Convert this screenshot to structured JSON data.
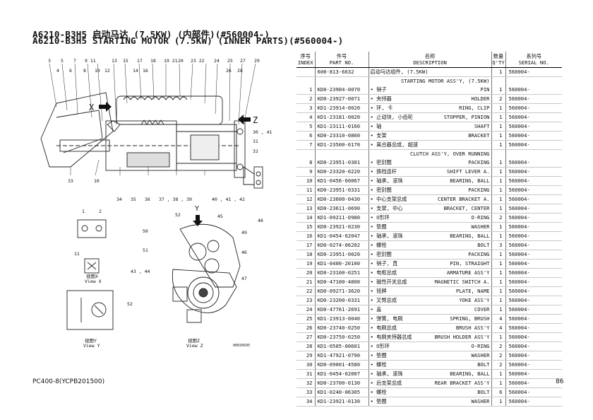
{
  "header": {
    "title_cn": "A6210-B3H5 启动马达 (7.5KW) (内部件)(#560004-)",
    "title_en": "A6210-B3H5 STARTING MOTOR (7.5KW) (INNER PARTS)(#560004-)"
  },
  "diagram": {
    "callouts_top": [
      "3",
      "5",
      "7",
      "9",
      "11",
      "13",
      "15",
      "17",
      "18",
      "19",
      "21",
      "20",
      "23",
      "22",
      "24",
      "25",
      "27",
      "29"
    ],
    "callouts_second": [
      "4",
      "6",
      "8",
      "10",
      "12",
      "14",
      "16",
      "26",
      "28"
    ],
    "callouts_bottom": [
      "33",
      "10",
      "34",
      "35",
      "36",
      "37",
      "38",
      "39",
      "40",
      "41",
      "42"
    ],
    "callouts_right": [
      "30 , 41",
      "31",
      "32"
    ],
    "view_x_letter": "X",
    "view_z_letter": "Z",
    "view_y_letter": "Y",
    "small_callouts": [
      "1",
      "2",
      "11",
      "52",
      "45",
      "50",
      "49",
      "51",
      "46",
      "43 , 44",
      "47",
      "48",
      "52"
    ],
    "view_x_label": "视图X",
    "view_x_label_en": "View X",
    "view_y_label": "视图Y",
    "view_y_label_en": "View Y",
    "view_z_label": "视图Z",
    "view_z_label_en": "View Z",
    "drawing_code": "00034595"
  },
  "table": {
    "headers": {
      "index_cn": "序号",
      "index_en": "INDEX",
      "part_cn": "件号",
      "part_en": "PART NO.",
      "desc_cn": "名称",
      "desc_en": "DESCRIPTION",
      "qty_cn": "数量",
      "qty_en": "Q'TY",
      "serial_cn": "系列号",
      "serial_en": "SERIAL NO."
    },
    "rows": [
      {
        "idx": "",
        "pn": "600-813-6632",
        "cn": "启动马达组件, (7.5KW)",
        "en": "",
        "qty": "1",
        "ser": "560004-"
      },
      {
        "idx": "",
        "pn": "",
        "cn": "",
        "en": "STARTING MOTOR ASS'Y, (7.5KW)",
        "qty": "",
        "ser": "",
        "cont": true
      },
      {
        "idx": "1",
        "pn": "KD0-23904-0070",
        "cn": "• 销子",
        "en": "PIN",
        "qty": "1",
        "ser": "560004-"
      },
      {
        "idx": "2",
        "pn": "KD0-23927-0071",
        "cn": "• 夹持器",
        "en": "HOLDER",
        "qty": "2",
        "ser": "560004-"
      },
      {
        "idx": "3",
        "pn": "KD1-23914-0020",
        "cn": "• 环, 卡",
        "en": "RING, CLIP",
        "qty": "1",
        "ser": "560004-"
      },
      {
        "idx": "4",
        "pn": "KD1-23181-0020",
        "cn": "• 止动块, 小齿轮",
        "en": "STOPPER, PINION",
        "qty": "1",
        "ser": "560004-"
      },
      {
        "idx": "5",
        "pn": "KD1-23111-0160",
        "cn": "• 轴",
        "en": "SHAFT",
        "qty": "1",
        "ser": "560004-"
      },
      {
        "idx": "6",
        "pn": "KD0-23310-0860",
        "cn": "• 支架",
        "en": "BRACKET",
        "qty": "1",
        "ser": "560004-"
      },
      {
        "idx": "7",
        "pn": "KD1-23500-0170",
        "cn": "• 离合器总成, 超速",
        "en": "",
        "qty": "1",
        "ser": "560004-"
      },
      {
        "idx": "",
        "pn": "",
        "cn": "",
        "en": "CLUTCH ASS'Y, OVER RUNNING",
        "qty": "",
        "ser": "",
        "cont": true
      },
      {
        "idx": "8",
        "pn": "KD0-23951-0301",
        "cn": "• 密封圈",
        "en": "PACKING",
        "qty": "1",
        "ser": "560004-"
      },
      {
        "idx": "9",
        "pn": "KD0-23320-0220",
        "cn": "• 换档连杆",
        "en": "SHIFT LEVER A.",
        "qty": "1",
        "ser": "560004-"
      },
      {
        "idx": "10",
        "pn": "KD1-0456-60067",
        "cn": "• 轴承, 滚珠",
        "en": "BEARING, BALL",
        "qty": "1",
        "ser": "560004-"
      },
      {
        "idx": "11",
        "pn": "KD0-23951-0331",
        "cn": "• 密封圈",
        "en": "PACKING",
        "qty": "1",
        "ser": "560004-"
      },
      {
        "idx": "12",
        "pn": "KD0-23600-0430",
        "cn": "• 中心支架总成",
        "en": "CENTER BRACKET A.",
        "qty": "1",
        "ser": "560004-"
      },
      {
        "idx": "13",
        "pn": "KD0-23611-0690",
        "cn": "• 支架, 中心",
        "en": "BRACKET, CENTER",
        "qty": "1",
        "ser": "560004-"
      },
      {
        "idx": "14",
        "pn": "KD1-09211-0980",
        "cn": "• O形环",
        "en": "O-RING",
        "qty": "2",
        "ser": "560004-"
      },
      {
        "idx": "15",
        "pn": "KD0-23921-0230",
        "cn": "• 垫圈",
        "en": "WASHER",
        "qty": "1",
        "ser": "560004-"
      },
      {
        "idx": "16",
        "pn": "KD1-0454-62047",
        "cn": "• 轴承, 滚珠",
        "en": "BEARING, BALL",
        "qty": "1",
        "ser": "560004-"
      },
      {
        "idx": "17",
        "pn": "KD0-0274-06202",
        "cn": "• 螺栓",
        "en": "BOLT",
        "qty": "3",
        "ser": "560004-"
      },
      {
        "idx": "18",
        "pn": "KD0-23951-0020",
        "cn": "• 密封圈",
        "en": "PACKING",
        "qty": "1",
        "ser": "560004-"
      },
      {
        "idx": "19",
        "pn": "KD1-0400-20100",
        "cn": "• 销子, 直",
        "en": "PIN, STRAIGHT",
        "qty": "1",
        "ser": "560004-"
      },
      {
        "idx": "20",
        "pn": "KD0-23100-0251",
        "cn": "• 电枢总成",
        "en": "ARMATURE ASS'Y",
        "qty": "1",
        "ser": "560004-"
      },
      {
        "idx": "21",
        "pn": "KD0-47100-4800",
        "cn": "• 磁性开关总成",
        "en": "MAGNETIC SWITCH A.",
        "qty": "1",
        "ser": "560004-"
      },
      {
        "idx": "22",
        "pn": "KD0-09271-3620",
        "cn": "• 铭牌",
        "en": "PLATE, NAME",
        "qty": "1",
        "ser": "560004-"
      },
      {
        "idx": "23",
        "pn": "KD0-23200-0331",
        "cn": "• 叉臂总成",
        "en": "YOKE ASS'Y",
        "qty": "1",
        "ser": "560004-"
      },
      {
        "idx": "24",
        "pn": "KD0-47761-2691",
        "cn": "• 盖",
        "en": "COVER",
        "qty": "1",
        "ser": "560004-"
      },
      {
        "idx": "25",
        "pn": "KD1-23913-0040",
        "cn": "• 弹簧, 电刷",
        "en": "SPRING, BRUSH",
        "qty": "4",
        "ser": "560004-"
      },
      {
        "idx": "26",
        "pn": "KD0-23740-0250",
        "cn": "• 电刷总成",
        "en": "BRUSH ASS'Y",
        "qty": "4",
        "ser": "560004-"
      },
      {
        "idx": "27",
        "pn": "KD0-23750-0250",
        "cn": "• 电刷夹持器总成",
        "en": "BRUSH HOLDER ASS'Y",
        "qty": "1",
        "ser": "560004-"
      },
      {
        "idx": "28",
        "pn": "KD1-0505-00601",
        "cn": "• O形环",
        "en": "O-RING",
        "qty": "2",
        "ser": "560004-"
      },
      {
        "idx": "29",
        "pn": "KD1-47921-0790",
        "cn": "• 垫圈",
        "en": "WASHER",
        "qty": "2",
        "ser": "560004-"
      },
      {
        "idx": "30",
        "pn": "KD0-09001-4580",
        "cn": "• 螺栓",
        "en": "BOLT",
        "qty": "2",
        "ser": "560004-"
      },
      {
        "idx": "31",
        "pn": "KD1-0454-62007",
        "cn": "• 轴承, 滚珠",
        "en": "BEARING, BALL",
        "qty": "1",
        "ser": "560004-"
      },
      {
        "idx": "32",
        "pn": "KD0-23700-0130",
        "cn": "• 后支架总成",
        "en": "REAR BRACKET ASS'Y",
        "qty": "1",
        "ser": "560004-"
      },
      {
        "idx": "33",
        "pn": "KD1-0240-06305",
        "cn": "• 螺栓",
        "en": "BOLT",
        "qty": "6",
        "ser": "560004-"
      },
      {
        "idx": "34",
        "pn": "KD1-23921-0130",
        "cn": "• 垫圈",
        "en": "WASHER",
        "qty": "1",
        "ser": "560004-"
      }
    ]
  },
  "footer": {
    "model": "PC400-8(YCPB201500)",
    "page": "86"
  }
}
